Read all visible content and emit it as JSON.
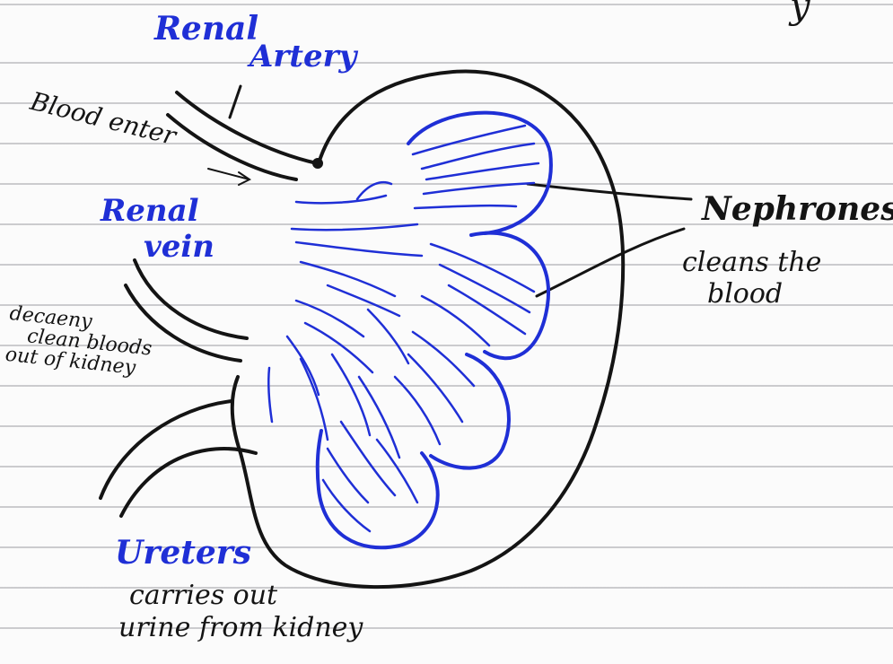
{
  "labels": {
    "renal_artery": {
      "line1": "Renal",
      "line2": "Artery"
    },
    "blood_enter": "Blood enter",
    "renal_vein": {
      "line1": "Renal",
      "line2": "vein"
    },
    "renal_vein_note": [
      "decaeny",
      "clean bloods",
      "out of kidney"
    ],
    "nephrones": "Nephrones",
    "nephrones_note": [
      "cleans the",
      "blood"
    ],
    "ureters": "Ureters",
    "ureters_note": [
      "carries out",
      "urine from kidney"
    ],
    "top_edge": "y"
  },
  "colors": {
    "ink": "#141414",
    "blue_ink": "#1f2fd6",
    "rule_line": "#8a8f99",
    "paper": "#fbfbfb"
  }
}
